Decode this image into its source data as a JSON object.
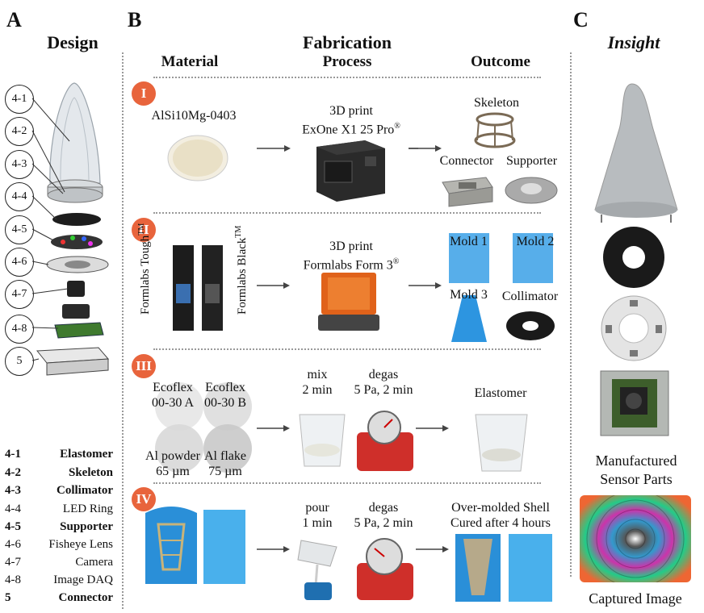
{
  "panels": {
    "a": {
      "letter": "A",
      "title": "Design"
    },
    "b": {
      "letter": "B",
      "title": "Fabrication"
    },
    "c": {
      "letter": "C",
      "title": "Insight"
    }
  },
  "columns": {
    "material": "Material",
    "process": "Process",
    "outcome": "Outcome"
  },
  "design_labels": [
    "4-1",
    "4-2",
    "4-3",
    "4-4",
    "4-5",
    "4-6",
    "4-7",
    "4-8",
    "5"
  ],
  "legend": [
    {
      "id": "4-1",
      "name": "Elastomer",
      "bold": true
    },
    {
      "id": "4-2",
      "name": "Skeleton",
      "bold": true
    },
    {
      "id": "4-3",
      "name": "Collimator",
      "bold": true
    },
    {
      "id": "4-4",
      "name": "LED Ring",
      "bold": false
    },
    {
      "id": "4-5",
      "name": "Supporter",
      "bold": true
    },
    {
      "id": "4-6",
      "name": "Fisheye Lens",
      "bold": false
    },
    {
      "id": "4-7",
      "name": "Camera",
      "bold": false
    },
    {
      "id": "4-8",
      "name": "Image DAQ",
      "bold": false
    },
    {
      "id": "5",
      "name": "Connector",
      "bold": true
    }
  ],
  "rows": {
    "r1": {
      "badge": "I",
      "material": "AlSi10Mg-0403",
      "process_l1": "3D print",
      "process_l2": "ExOne X1 25 Pro",
      "process_sup": "®",
      "out_skeleton": "Skeleton",
      "out_connector": "Connector",
      "out_supporter": "Supporter"
    },
    "r2": {
      "badge": "II",
      "mat_a": "Formlabs Tough",
      "mat_b": "Formlabs Black",
      "tm": "TM",
      "process_l1": "3D print",
      "process_l2": "Formlabs Form 3",
      "process_sup": "®",
      "mold1": "Mold 1",
      "mold2": "Mold 2",
      "mold3": "Mold 3",
      "collimator": "Collimator"
    },
    "r3": {
      "badge": "III",
      "ecoA_1": "Ecoflex",
      "ecoA_2": "00-30 A",
      "ecoB_1": "Ecoflex",
      "ecoB_2": "00-30 B",
      "alp_1": "Al powder",
      "alp_2": "65 µm",
      "alf_1": "Al flake",
      "alf_2": "75 µm",
      "mix_1": "mix",
      "mix_2": "2 min",
      "degas_1": "degas",
      "degas_2": "5 Pa, 2 min",
      "outcome": "Elastomer"
    },
    "r4": {
      "badge": "IV",
      "pour_1": "pour",
      "pour_2": "1 min",
      "degas_1": "degas",
      "degas_2": "5 Pa, 2 min",
      "out_1": "Over-molded Shell",
      "out_2": "Cured after 4 hours"
    }
  },
  "insight": {
    "caption1_l1": "Manufactured",
    "caption1_l2": "Sensor Parts",
    "caption2": "Captured Image"
  }
}
